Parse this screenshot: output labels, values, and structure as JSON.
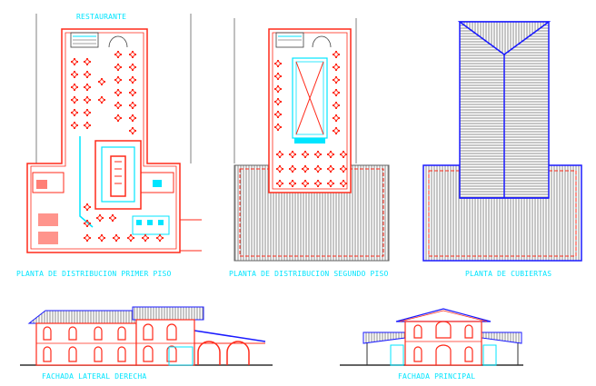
{
  "labels": {
    "restaurant": "RESTAURANTE",
    "plan_first": "PLANTA DE DISTRIBUCION PRIMER PISO",
    "plan_second": "PLANTA DE DISTRIBUCION SEGUNDO PISO",
    "plan_roof": "PLANTA DE CUBIERTAS",
    "facade_side": "FACHADA  LATERAL DERECHA",
    "facade_main": "FACHADA PRINCIPAL"
  },
  "colors": {
    "background": "#ffffff",
    "label": "#00e5ff",
    "wall": "#ff2a1a",
    "furniture": "#ff2a1a",
    "accent": "#00e5ff",
    "roof_blue": "#1a1aff",
    "roof_lines": "#606060"
  }
}
